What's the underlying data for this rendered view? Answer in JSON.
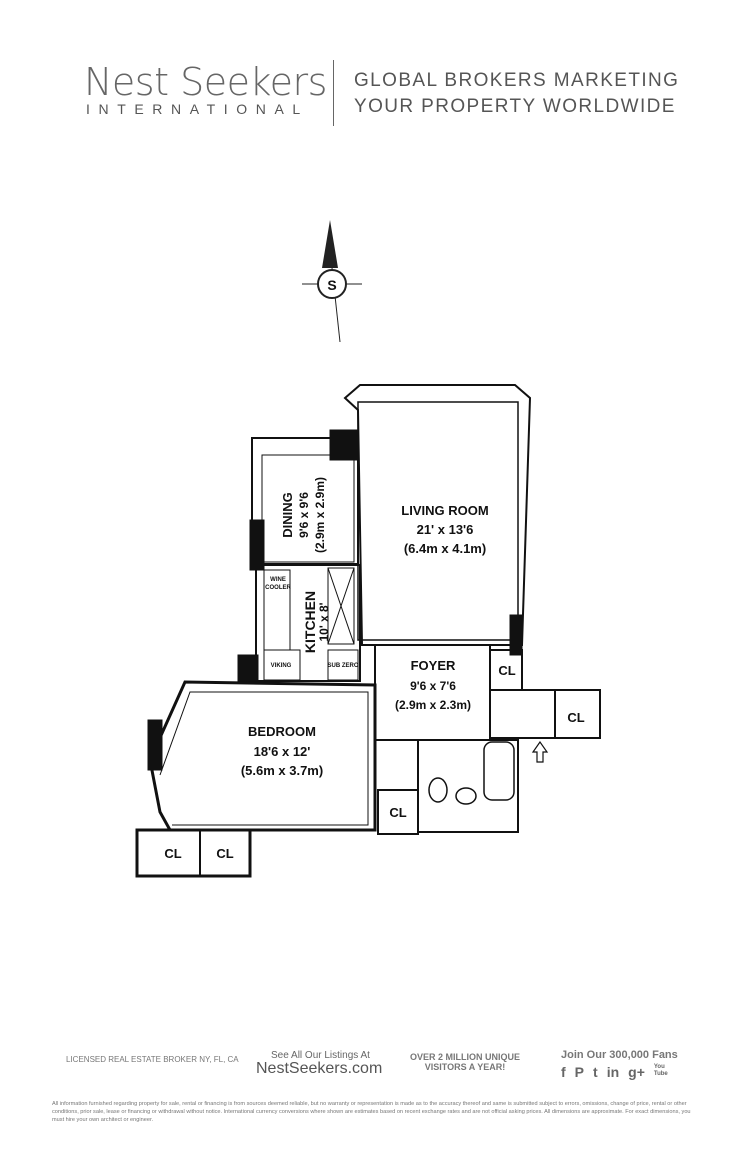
{
  "header": {
    "brand": "Nest Seekers",
    "brand_sub": "INTERNATIONAL",
    "tagline_1": "GLOBAL BROKERS MARKETING",
    "tagline_2": "YOUR PROPERTY WORLDWIDE"
  },
  "compass": {
    "label": "S"
  },
  "rooms": {
    "living": {
      "name": "LIVING ROOM",
      "dim_ft": "21' x 13'6",
      "dim_m": "(6.4m x 4.1m)"
    },
    "dining": {
      "name": "DINING",
      "dim_ft": "9'6  x 9'6",
      "dim_m": "(2.9m x 2.9m)"
    },
    "kitchen": {
      "name": "KITCHEN",
      "dim_ft": "10' x 8'"
    },
    "foyer": {
      "name": "FOYER",
      "dim_ft": "9'6  x 7'6",
      "dim_m": "(2.9m x 2.3m)"
    },
    "bedroom": {
      "name": "BEDROOM",
      "dim_ft": "18'6  x 12'",
      "dim_m": "(5.6m x 3.7m)"
    }
  },
  "appliances": {
    "wine": "WINE",
    "cooler": "COOLER",
    "viking": "VIKING",
    "subzero": "SUB ZERO"
  },
  "closets": {
    "label": "CL"
  },
  "footer": {
    "license": "LICENSED REAL ESTATE BROKER NY, FL, CA",
    "see_all": "See All Our Listings At",
    "site": "NestSeekers.com",
    "visitors_1": "OVER 2 MILLION UNIQUE",
    "visitors_2": "VISITORS A YEAR!",
    "fans": "Join Our 300,000 Fans",
    "social": [
      "f",
      "P",
      "t",
      "in",
      "g+",
      "You Tube"
    ],
    "disclaimer": "All information furnished regarding property for sale, rental or financing is from sources deemed reliable, but no warranty or representation is made as to the accuracy thereof and same is submitted subject to errors, omissions, change of price, rental or other conditions, prior sale, lease or financing or withdrawal without notice. International currency conversions where shown are estimates based on recent exchange rates and are not official asking prices. All dimensions are approximate. For exact dimensions, you must hire your own architect or engineer."
  }
}
